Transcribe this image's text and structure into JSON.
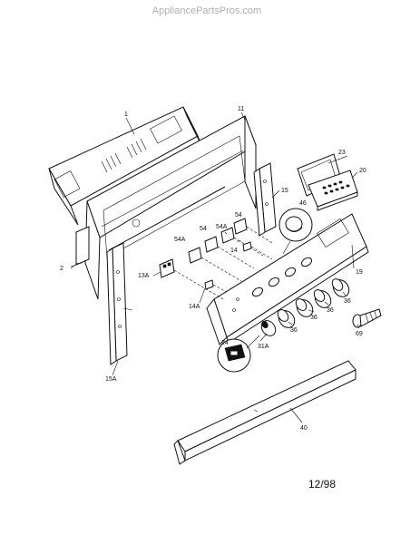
{
  "watermark": "AppliancePartsPros.com",
  "date_code": "12/98",
  "callouts": {
    "c1": "1",
    "c11": "11",
    "c23": "23",
    "c20": "20",
    "c15": "15",
    "c46": "46",
    "c54": "54",
    "c54A_a": "54A",
    "c54A_b": "54A",
    "c14": "14",
    "c2": "2",
    "c13A": "13A",
    "c19": "19",
    "c14A": "14A",
    "c36_a": "36",
    "c36_b": "36",
    "c36_c": "36",
    "c36_d": "36",
    "c69": "69",
    "c24": "24",
    "c31A": "31A",
    "c15A": "15A",
    "c40": "40"
  }
}
